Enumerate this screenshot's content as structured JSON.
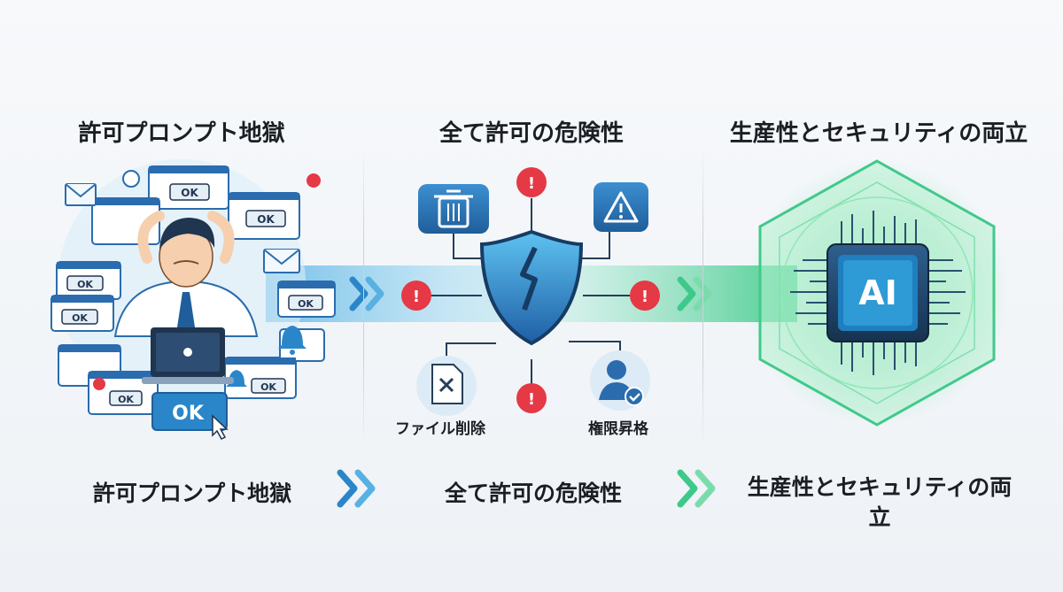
{
  "stages": [
    {
      "title": "許可プロンプト地獄",
      "caption": "許可プロンプト地獄"
    },
    {
      "title": "全て許可の危険性",
      "caption": "全て許可の危険性"
    },
    {
      "title": "生産性とセキュリティの両立",
      "caption": "生産性とセキュリティの両立"
    }
  ],
  "dialog_button": "OK",
  "danger_labels": {
    "file_delete": "ファイル削除",
    "privilege_escalation": "権限昇格"
  },
  "chip_label": "AI",
  "colors": {
    "blue": "#2a86c9",
    "green": "#3ecf86",
    "danger": "#e53945",
    "dark": "#1b1f24"
  }
}
